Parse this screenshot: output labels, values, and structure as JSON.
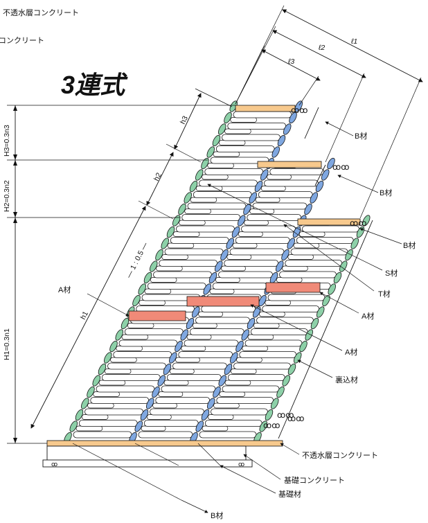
{
  "title": "3連式",
  "top_notes": [
    "不透水層コンクリート",
    "コンクリート"
  ],
  "dimensions": {
    "l1": "ℓ1",
    "l2": "ℓ2",
    "l3": "ℓ3",
    "h1": "h1",
    "h2": "h2",
    "h3": "h3",
    "H1": "H1=0.3n1",
    "H2": "H2=0.3n2",
    "H3": "H3=0.3n3"
  },
  "slope": "— 1 : 0.5 —",
  "callouts": {
    "b1": "B材",
    "b2": "B材",
    "b3": "B材",
    "s": "S材",
    "t": "T材",
    "a_right1": "A材",
    "a_right2": "A材",
    "a_left": "A材",
    "backfill": "裏込材",
    "impermeable": "不透水層コンクリート",
    "foundation_concrete": "基礎コンクリート",
    "foundation_material": "基礎材",
    "b_bottom": "B材"
  },
  "colors": {
    "a_member": "#f08a78",
    "b_member": "#f7c98d",
    "green_joint": "#8dd0a8",
    "blue_joint": "#7fa7e0",
    "line": "#111111"
  }
}
